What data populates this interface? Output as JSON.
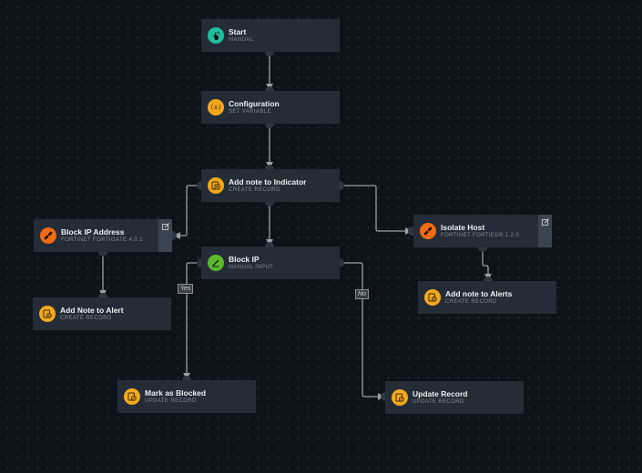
{
  "colors": {
    "background": "#0d131b",
    "node_bg": "#242c37",
    "edge": "#9aa0a7",
    "icon_teal": "#1fbf9f",
    "icon_amber": "#f4a81d",
    "icon_green": "#5cb82c",
    "icon_orange": "#f06a14"
  },
  "nodes": {
    "start": {
      "title": "Start",
      "subtitle": "MANUAL",
      "icon": "hand-pointer-icon"
    },
    "configuration": {
      "title": "Configuration",
      "subtitle": "SET VARIABLE",
      "icon": "variable-icon",
      "icon_text": "(x)"
    },
    "add_note_indicator": {
      "title": "Add note to Indicator",
      "subtitle": "CREATE RECORD",
      "icon": "create-record-icon"
    },
    "block_ip_address": {
      "title": "Block IP Address",
      "subtitle": "FORTINET FORTIGATE 4.0.1",
      "icon": "connector-plug-icon",
      "editable": true
    },
    "isolate_host": {
      "title": "Isolate Host",
      "subtitle": "FORTINET FORTIEDR 1.2.0",
      "icon": "connector-plug-icon",
      "editable": true
    },
    "block_ip": {
      "title": "Block IP",
      "subtitle": "MANUAL INPUT",
      "icon": "pencil-icon"
    },
    "add_note_alert": {
      "title": "Add Note to Alert",
      "subtitle": "CREATE RECORD",
      "icon": "create-record-icon"
    },
    "add_note_alerts": {
      "title": "Add note to Alerts",
      "subtitle": "CREATE RECORD",
      "icon": "create-record-icon"
    },
    "mark_as_blocked": {
      "title": "Mark as Blocked",
      "subtitle": "UPDATE RECORD",
      "icon": "update-record-icon"
    },
    "update_record": {
      "title": "Update Record",
      "subtitle": "UPDATE RECORD",
      "icon": "update-record-icon"
    }
  },
  "edges": [
    {
      "from": "start",
      "to": "configuration"
    },
    {
      "from": "configuration",
      "to": "add_note_indicator"
    },
    {
      "from": "add_note_indicator",
      "to": "block_ip_address"
    },
    {
      "from": "add_note_indicator",
      "to": "isolate_host"
    },
    {
      "from": "add_note_indicator",
      "to": "block_ip"
    },
    {
      "from": "block_ip_address",
      "to": "add_note_alert"
    },
    {
      "from": "isolate_host",
      "to": "add_note_alerts"
    },
    {
      "from": "block_ip",
      "to": "mark_as_blocked",
      "label": "Yes"
    },
    {
      "from": "block_ip",
      "to": "update_record",
      "label": "No"
    }
  ],
  "edge_labels": {
    "yes": "Yes",
    "no": "No"
  }
}
